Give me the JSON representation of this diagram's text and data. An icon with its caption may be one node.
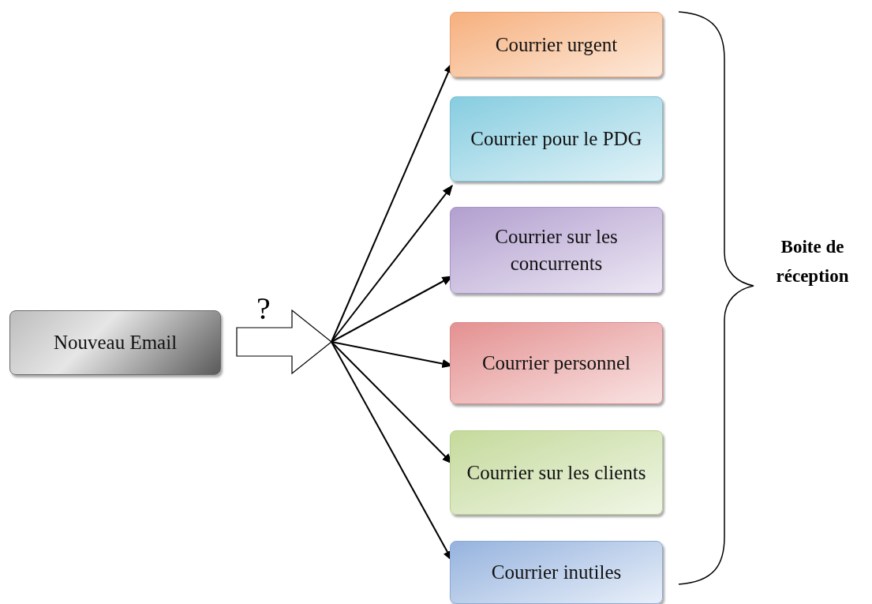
{
  "diagram": {
    "nodes": [
      {
        "text": [
          "Nouveau Email"
        ]
      },
      {
        "text": [],
        "shape": "arrow",
        "beside": [
          "?"
        ]
      },
      {
        "text": [
          "Courrier urgent"
        ]
      },
      {
        "text": [
          "Courrier pour le PDG"
        ]
      },
      {
        "text": [
          "Courrier sur les concurrents"
        ]
      },
      {
        "text": [
          "Courrier personnel"
        ]
      },
      {
        "text": [
          "Courrier sur les clients"
        ]
      },
      {
        "text": [
          "Courrier inutiles"
        ]
      }
    ],
    "edges": [
      {
        "from": 1,
        "to": 2,
        "arrow": "to"
      },
      {
        "from": 1,
        "to": 3,
        "arrow": "to"
      },
      {
        "from": 1,
        "to": 4,
        "arrow": "to"
      },
      {
        "from": 1,
        "to": 5,
        "arrow": "to"
      },
      {
        "from": 1,
        "to": 6,
        "arrow": "to"
      },
      {
        "from": 1,
        "to": 7,
        "arrow": "to"
      }
    ],
    "labels": [
      "Boite de réception"
    ]
  }
}
